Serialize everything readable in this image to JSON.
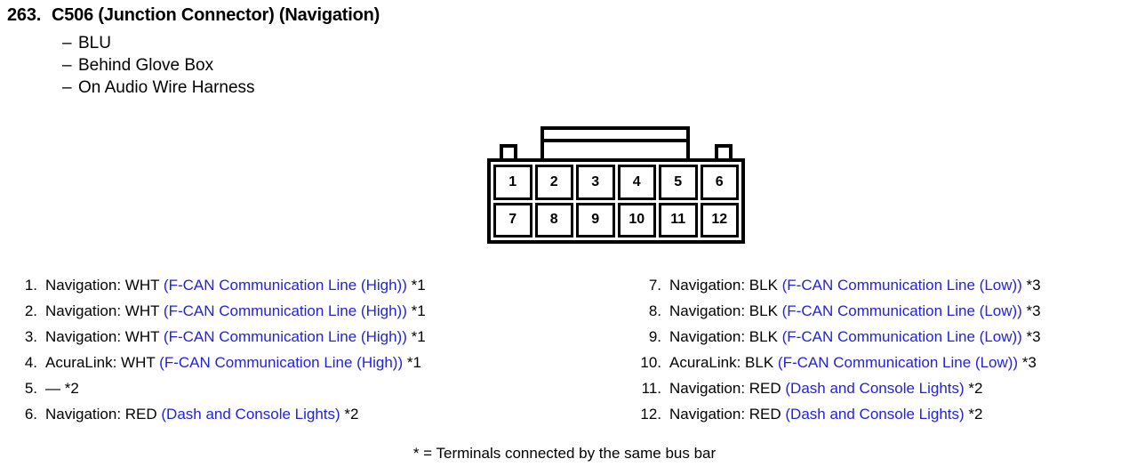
{
  "header": {
    "number": "263.",
    "title": "C506 (Junction Connector) (Navigation)",
    "dash": "–",
    "bullets": [
      "BLU",
      "Behind Glove Box",
      "On Audio Wire Harness"
    ]
  },
  "connector": {
    "rows": [
      [
        "1",
        "2",
        "3",
        "4",
        "5",
        "6"
      ],
      [
        "7",
        "8",
        "9",
        "10",
        "11",
        "12"
      ]
    ]
  },
  "pins_left": [
    {
      "index": "1.",
      "device": "Navigation: WHT ",
      "signal": "(F-CAN Communication Line (High))",
      "ref": " *1"
    },
    {
      "index": "2.",
      "device": "Navigation: WHT ",
      "signal": "(F-CAN Communication Line (High))",
      "ref": " *1"
    },
    {
      "index": "3.",
      "device": "Navigation: WHT ",
      "signal": "(F-CAN Communication Line (High))",
      "ref": " *1"
    },
    {
      "index": "4.",
      "device": "AcuraLink: WHT ",
      "signal": "(F-CAN Communication Line (High))",
      "ref": " *1"
    },
    {
      "index": "5.",
      "device": "— *2",
      "signal": "",
      "ref": ""
    },
    {
      "index": "6.",
      "device": "Navigation: RED ",
      "signal": "(Dash and Console Lights)",
      "ref": " *2"
    }
  ],
  "pins_right": [
    {
      "index": "7.",
      "device": "Navigation: BLK ",
      "signal": "(F-CAN Communication Line (Low))",
      "ref": " *3"
    },
    {
      "index": "8.",
      "device": "Navigation: BLK ",
      "signal": "(F-CAN Communication Line (Low))",
      "ref": " *3"
    },
    {
      "index": "9.",
      "device": "Navigation: BLK ",
      "signal": "(F-CAN Communication Line (Low))",
      "ref": " *3"
    },
    {
      "index": "10.",
      "device": "AcuraLink: BLK ",
      "signal": "(F-CAN Communication Line (Low))",
      "ref": " *3"
    },
    {
      "index": "11.",
      "device": "Navigation: RED ",
      "signal": "(Dash and Console Lights)",
      "ref": " *2"
    },
    {
      "index": "12.",
      "device": "Navigation: RED ",
      "signal": "(Dash and Console Lights)",
      "ref": " *2"
    }
  ],
  "footnote": "* = Terminals connected by the same bus bar",
  "colors": {
    "signal_blue": "#2222dd",
    "text_black": "#000000"
  }
}
